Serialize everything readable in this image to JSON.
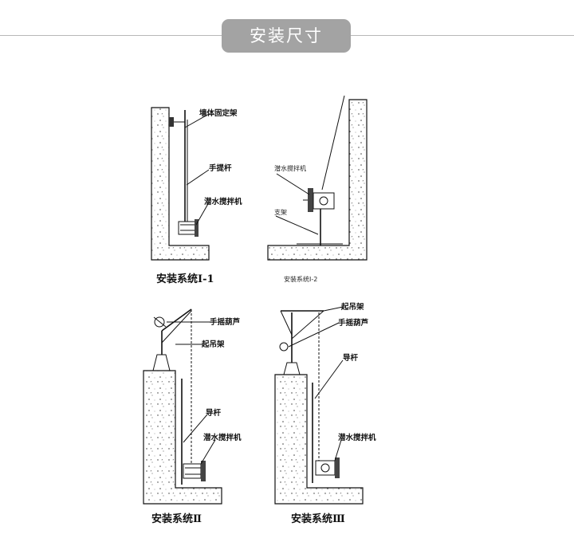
{
  "header": {
    "title": "安装尺寸"
  },
  "diagrams": {
    "d1": {
      "caption": "安装系统Ⅰ-1",
      "labels": [
        "墙体固定架",
        "手提杆",
        "潜水搅拌机"
      ]
    },
    "d2": {
      "caption": "安装系统Ⅰ-2",
      "labels": [
        "潜水搅拌机",
        "支架"
      ]
    },
    "d3": {
      "caption": "安装系统Ⅱ",
      "labels": [
        "手摇葫芦",
        "起吊架",
        "导杆",
        "潜水搅拌机"
      ]
    },
    "d4": {
      "caption": "安装系统Ⅲ",
      "labels": [
        "起吊架",
        "手摇葫芦",
        "导杆",
        "潜水搅拌机"
      ]
    }
  }
}
